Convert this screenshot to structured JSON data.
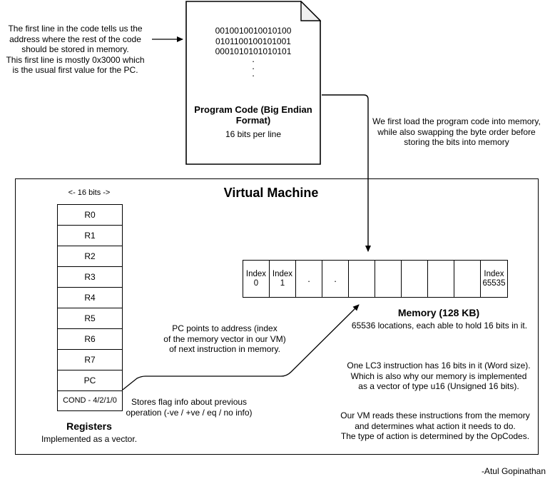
{
  "diagram": {
    "title": "Virtual Machine",
    "signature": "-Atul Gopinathan"
  },
  "notes": {
    "intro": "The first line in the code tells us the\naddress where the rest of the code\nshould be stored in memory.\nThis first line is mostly 0x3000 which\nis the usual first value for the PC.",
    "load": "We first load the program code into memory,\nwhile also swapping the byte order before\nstoring the bits into memory",
    "pc_points": "PC points to address (index\nof the memory vector in our VM)\nof next instruction in memory.",
    "cond_flag": "Stores flag info about previous\noperation (-ve / +ve / eq / no info)",
    "lc3_word": "One LC3 instruction has 16 bits in it (Word size).\nWhich is also why our memory is implemented\nas a vector of type u16 (Unsigned 16 bits).",
    "opcodes": "Our VM reads these instructions from the memory\nand determines what action it needs to do.\nThe type of action is determined by the OpCodes."
  },
  "document": {
    "binary_lines": "0010010010010100\n0101100100101001\n0001010101010101",
    "dots": ".\n.\n.",
    "title": "Program Code (Big Endian\nFormat)",
    "subtitle": "16 bits per line"
  },
  "registers": {
    "bits_label": "<- 16 bits ->",
    "title": "Registers",
    "subtitle": "Implemented as a vector.",
    "cells": [
      {
        "label": "R0"
      },
      {
        "label": "R1"
      },
      {
        "label": "R2"
      },
      {
        "label": "R3"
      },
      {
        "label": "R4"
      },
      {
        "label": "R5"
      },
      {
        "label": "R6"
      },
      {
        "label": "R7"
      },
      {
        "label": "PC"
      },
      {
        "label": "COND - 4/2/1/0"
      }
    ]
  },
  "memory": {
    "title": "Memory (128 KB)",
    "subtitle": "65536 locations, each able to hold 16 bits in it.",
    "cells": [
      {
        "label": "Index\n0"
      },
      {
        "label": "Index\n1"
      },
      {
        "label": "."
      },
      {
        "label": "."
      },
      {
        "label": ""
      },
      {
        "label": ""
      },
      {
        "label": ""
      },
      {
        "label": ""
      },
      {
        "label": ""
      },
      {
        "label": "Index\n65535"
      }
    ]
  },
  "colors": {
    "stroke": "#000000",
    "fill": "#ffffff",
    "fold": "#f0f0f0"
  }
}
